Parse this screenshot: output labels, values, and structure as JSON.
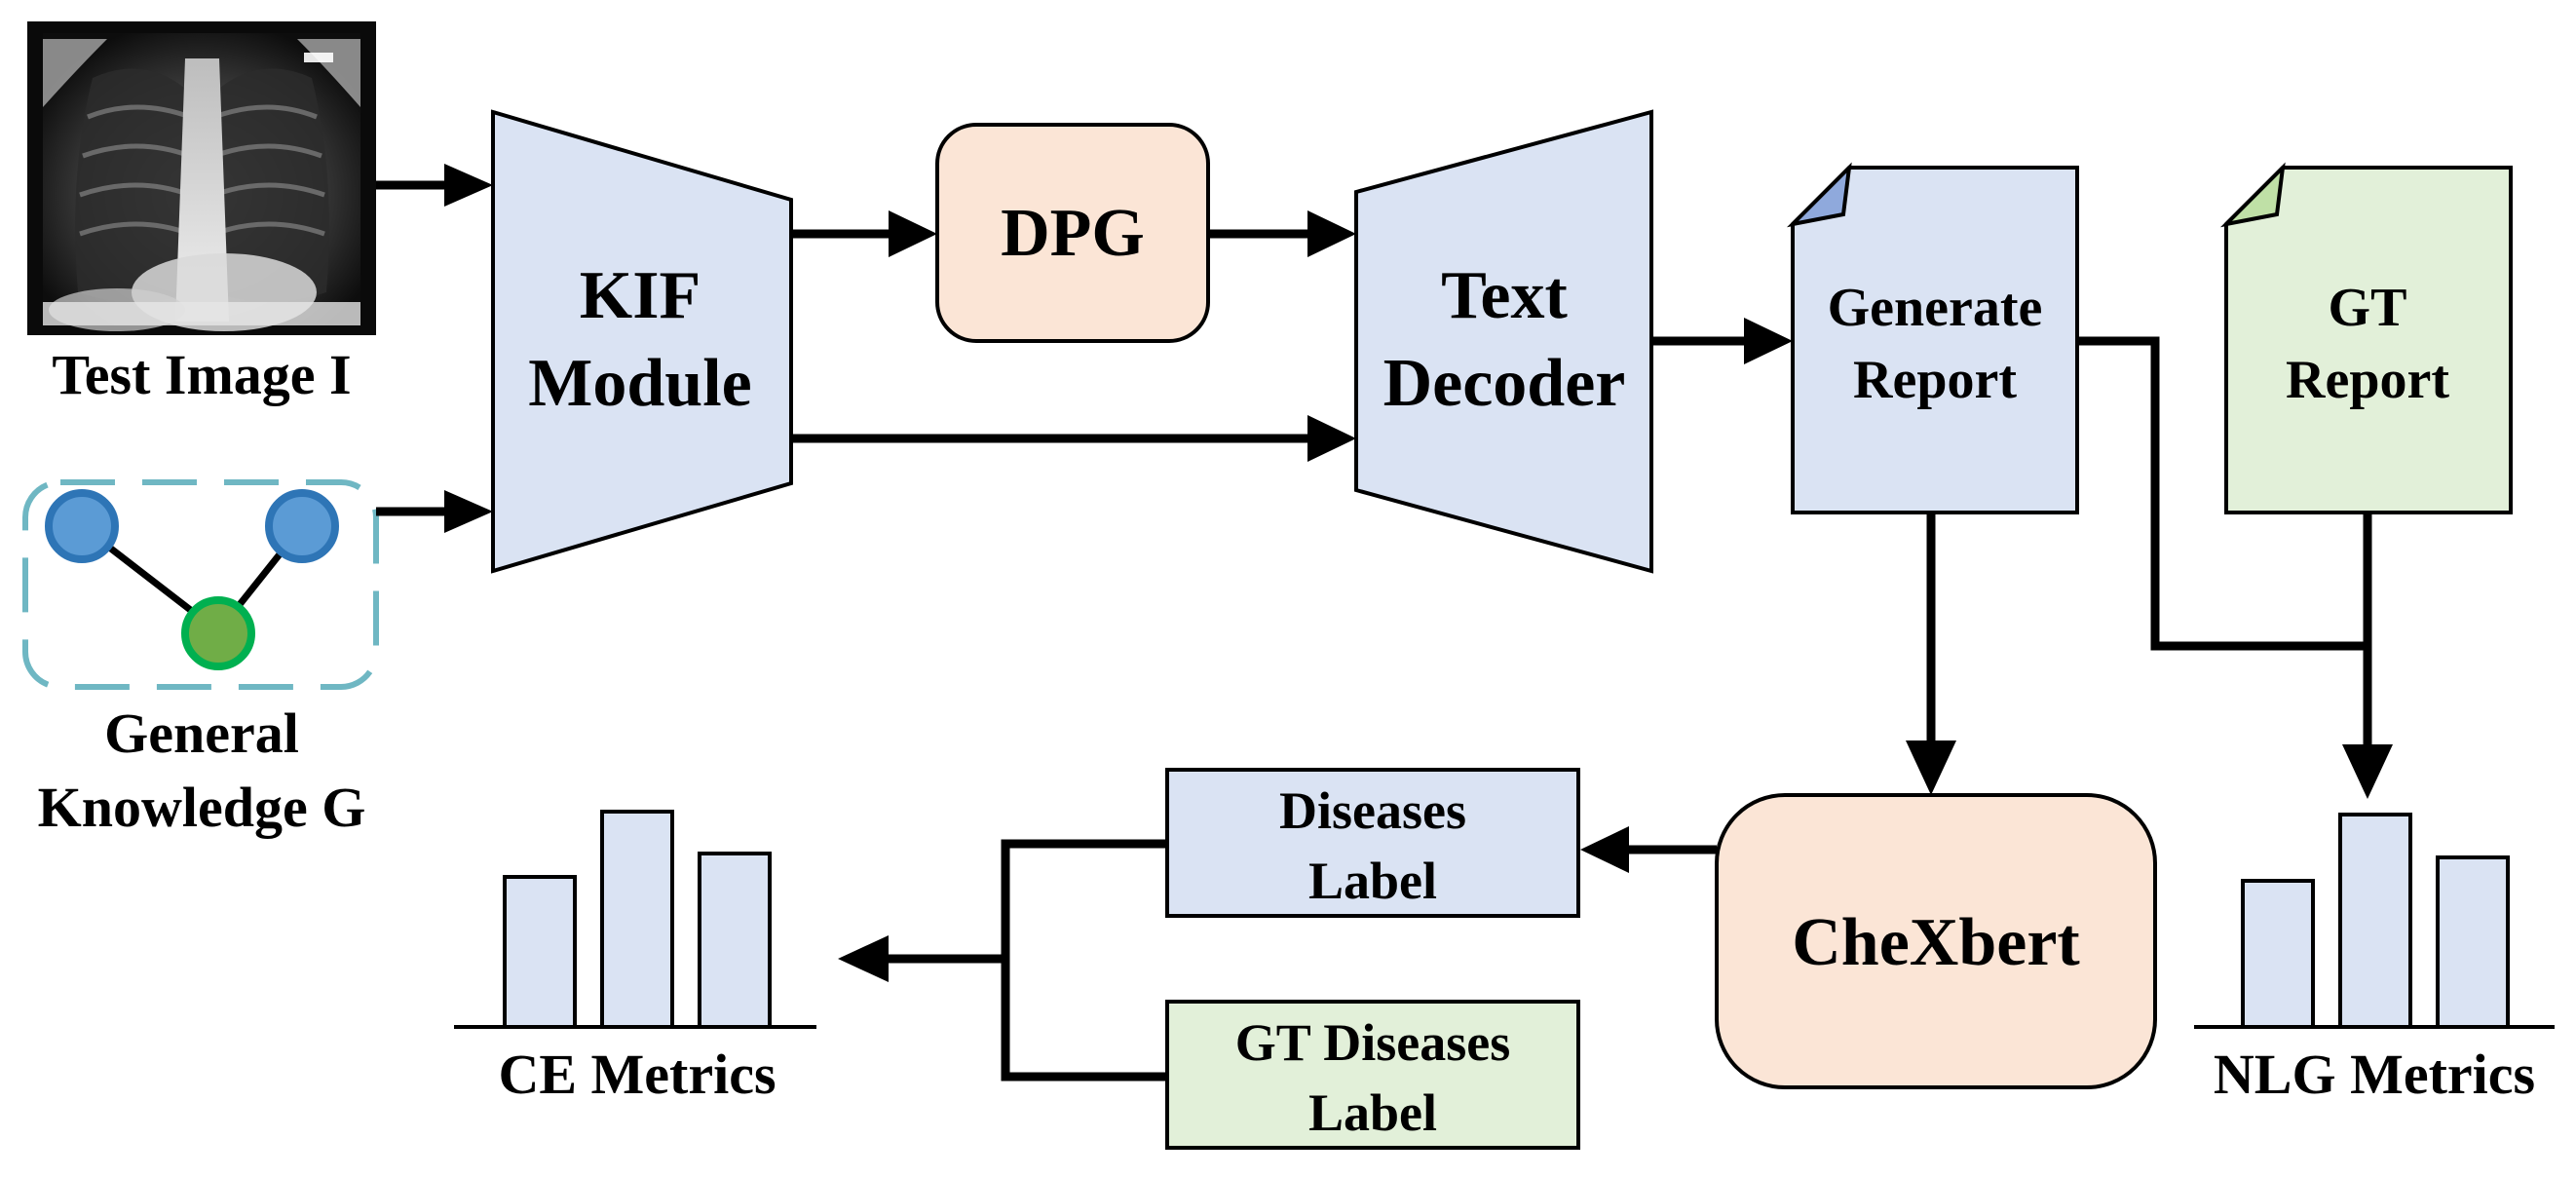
{
  "inputs": {
    "test_image_label": "Test Image I",
    "knowledge_label_line1": "General",
    "knowledge_label_line2": "Knowledge G"
  },
  "modules": {
    "kif_line1": "KIF",
    "kif_line2": "Module",
    "dpg": "DPG",
    "decoder_line1": "Text",
    "decoder_line2": "Decoder",
    "chexbert": "CheXbert"
  },
  "documents": {
    "generated_line1": "Generate",
    "generated_line2": "Report",
    "gt_line1": "GT",
    "gt_line2": "Report"
  },
  "labels": {
    "diseases_line1": "Diseases",
    "diseases_line2": "Label",
    "gt_diseases_line1": "GT Diseases",
    "gt_diseases_line2": "Label"
  },
  "metrics": {
    "ce_label": "CE Metrics",
    "nlg_label": "NLG Metrics"
  },
  "colors": {
    "blue_fill": "#dae3f3",
    "peach_fill": "#fbe5d6",
    "green_fill": "#e2f0d9",
    "node_blue": "#5b9bd5",
    "node_blue_stroke": "#2e75b6",
    "node_green": "#70ad47",
    "node_green_stroke": "#00b050",
    "dashed_box": "#6fb7c3",
    "stroke": "#000000"
  }
}
